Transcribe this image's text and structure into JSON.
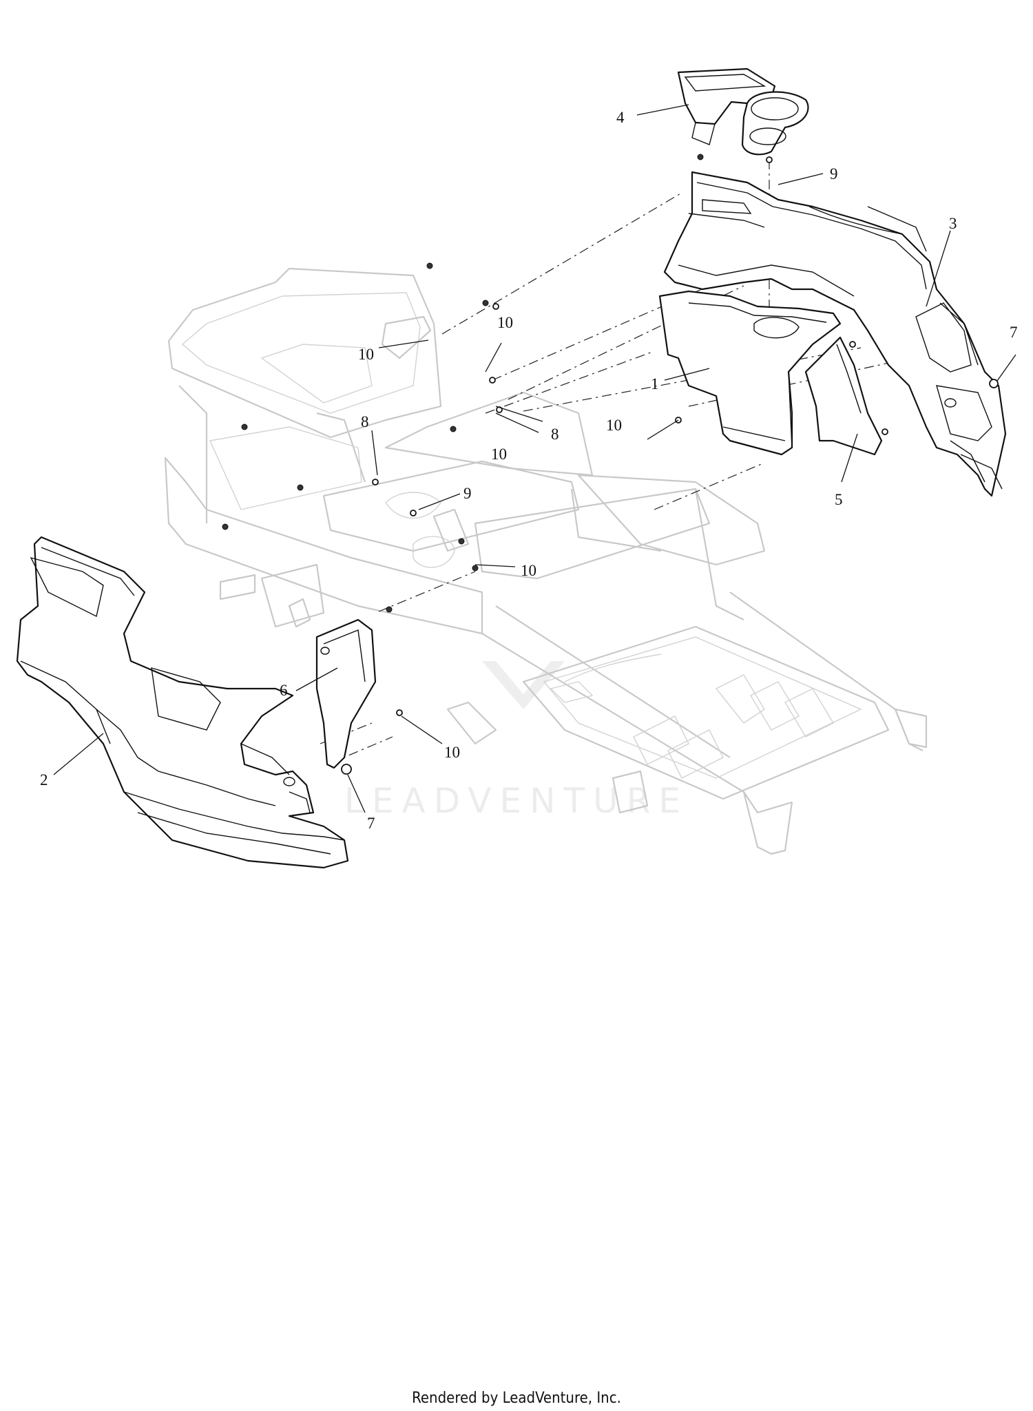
{
  "diagram": {
    "watermark": "LEADVENTURE",
    "callouts": [
      {
        "id": "c1",
        "label": "1"
      },
      {
        "id": "c2",
        "label": "2"
      },
      {
        "id": "c3",
        "label": "3"
      },
      {
        "id": "c4",
        "label": "4"
      },
      {
        "id": "c5",
        "label": "5"
      },
      {
        "id": "c6",
        "label": "6"
      },
      {
        "id": "c7a",
        "label": "7"
      },
      {
        "id": "c7b",
        "label": "7"
      },
      {
        "id": "c8a",
        "label": "8"
      },
      {
        "id": "c8b",
        "label": "8"
      },
      {
        "id": "c9a",
        "label": "9"
      },
      {
        "id": "c9b",
        "label": "9"
      },
      {
        "id": "c10a",
        "label": "10"
      },
      {
        "id": "c10b",
        "label": "10"
      },
      {
        "id": "c10c",
        "label": "10"
      },
      {
        "id": "c10d",
        "label": "10"
      },
      {
        "id": "c10e",
        "label": "10"
      },
      {
        "id": "c10f",
        "label": "10"
      }
    ]
  },
  "footer": {
    "text": "Rendered by LeadVenture, Inc."
  }
}
